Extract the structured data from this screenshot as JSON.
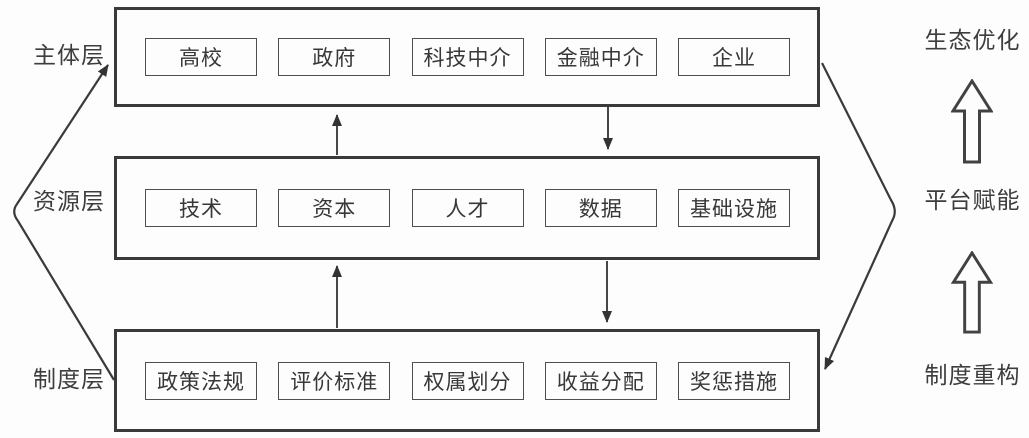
{
  "layers": [
    {
      "label": "主体层",
      "items": [
        "高校",
        "政府",
        "科技中介",
        "金融中介",
        "企业"
      ]
    },
    {
      "label": "资源层",
      "items": [
        "技术",
        "资本",
        "人才",
        "数据",
        "基础设施"
      ]
    },
    {
      "label": "制度层",
      "items": [
        "政策法规",
        "评价标准",
        "权属划分",
        "收益分配",
        "奖惩措施"
      ]
    }
  ],
  "right_column": {
    "labels": [
      "生态优化",
      "平台赋能",
      "制度重构"
    ]
  },
  "icons": {
    "block_arrow_up": "hollow upward block arrow",
    "connector_arrowhead": "solid triangle arrowhead"
  },
  "colors": {
    "line": "#3a3a3a",
    "text": "#383838",
    "background": "#fdfdfd"
  }
}
